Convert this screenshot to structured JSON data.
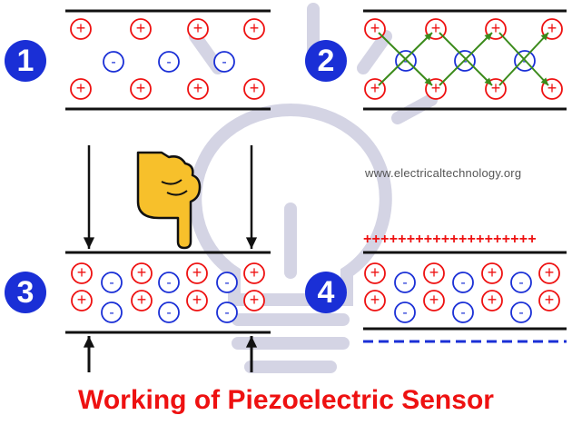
{
  "title": "Working of Piezoelectric Sensor",
  "watermark": "www.electricaltechnology.org",
  "steps": [
    "1",
    "2",
    "3",
    "4"
  ],
  "charge_symbols": {
    "positive": "+",
    "negative": "-"
  },
  "colors": {
    "positive": "#ee1111",
    "negative": "#1a2fd6",
    "badge": "#1a2fd6",
    "plate": "#111111",
    "dipole_arrow": "#3a8a1a",
    "hand_fill": "#f7c02b",
    "background_bulb": "#d4d4e4",
    "title": "#ee1111"
  },
  "icons": [
    "pointing-hand-icon",
    "down-arrow-icon",
    "up-arrow-icon",
    "light-bulb-icon"
  ]
}
